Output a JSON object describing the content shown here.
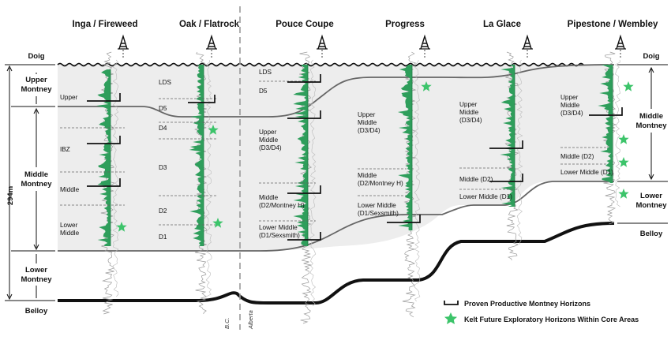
{
  "wells": [
    {
      "name": "Inga / Fireweed"
    },
    {
      "name": "Oak / Flatrock"
    },
    {
      "name": "Pouce Coupe"
    },
    {
      "name": "Progress"
    },
    {
      "name": "La Glace"
    },
    {
      "name": "Pipestone / Wembley"
    }
  ],
  "left_axis": {
    "doig": "Doig",
    "upper_montney": [
      "Upper",
      "Montney"
    ],
    "middle_montney": [
      "Middle",
      "Montney"
    ],
    "lower_montney": [
      "Lower",
      "Montney"
    ],
    "belloy": "Belloy",
    "thickness": "294m"
  },
  "right_axis": {
    "doig": "Doig",
    "middle_montney": [
      "Middle",
      "Montney"
    ],
    "lower_montney": [
      "Lower",
      "Montney"
    ],
    "belloy": "Belloy"
  },
  "border": {
    "left": "B.C.",
    "right": "Alberta"
  },
  "zone_labels": {
    "inga": [
      "Upper",
      "IBZ",
      "Middle",
      "Lower",
      "Middle"
    ],
    "oak": [
      "LDS",
      "D5",
      "D4",
      "D3",
      "D2",
      "D1"
    ],
    "pouce": [
      "LDS",
      "D5",
      "Upper",
      "Middle",
      "(D3/D4)",
      "Middle",
      "(D2/Montney H)",
      "Lower Middle",
      "(D1/Sexsmith)"
    ],
    "progress": [
      "Upper",
      "Middle",
      "(D3/D4)",
      "Middle",
      "(D2/Montney H)",
      "Lower Middle",
      "(D1/Sexsmith)"
    ],
    "laglace": [
      "Upper",
      "Middle",
      "(D3/D4)",
      "Middle (D2)",
      "Lower Middle (D1)"
    ],
    "pipestone": [
      "Upper",
      "Middle",
      "(D3/D4)",
      "Middle (D2)",
      "Lower Middle (D1)"
    ]
  },
  "legend": {
    "proven": "Proven Productive Montney Horizons",
    "future": "Kelt Future Exploratory Horizons Within Core Areas"
  },
  "colors": {
    "log_fill": "#2e9e5b",
    "star": "#3cc46a",
    "montney_fill": "#ededed",
    "boundary": "#555555",
    "belloy": "#111111"
  }
}
